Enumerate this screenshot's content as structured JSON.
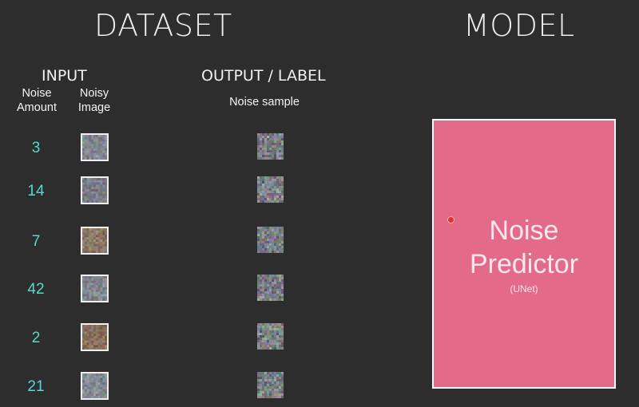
{
  "titles": {
    "dataset": "DATASET",
    "model": "MODEL"
  },
  "sections": {
    "input": "INPUT",
    "output": "OUTPUT  / LABEL"
  },
  "columns": {
    "noise_amount": "Noise Amount",
    "noisy_image": "Noisy Image",
    "noise_sample": "Noise sample"
  },
  "rows": [
    {
      "noise_amount": "3",
      "image_tint": "#8a96a6"
    },
    {
      "noise_amount": "14",
      "image_tint": "#7e8290"
    },
    {
      "noise_amount": "7",
      "image_tint": "#9a7a58"
    },
    {
      "noise_amount": "42",
      "image_tint": "#8a94a2"
    },
    {
      "noise_amount": "2",
      "image_tint": "#9a6f4a"
    },
    {
      "noise_amount": "21",
      "image_tint": "#8c96a4"
    }
  ],
  "model": {
    "name": "Noise Predictor",
    "subtitle": "(UNet)",
    "color": "#e46a89"
  },
  "colors": {
    "accent": "#55d8cf",
    "background": "#2e2d2e"
  }
}
